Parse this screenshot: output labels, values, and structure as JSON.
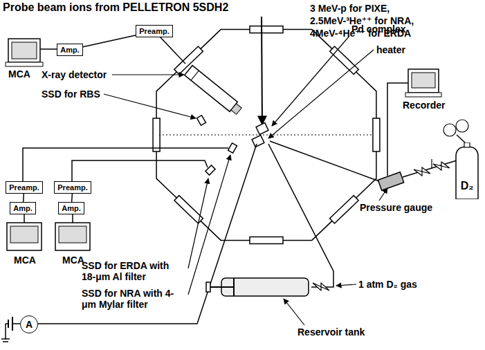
{
  "diagram": {
    "title": "Probe beam ions from PELLETRON 5SDH2",
    "nodes": [
      {
        "text": [
          "Amp."
        ]
      },
      {
        "text": [
          "Preamp."
        ]
      },
      {
        "text": [
          "Preamp."
        ]
      },
      {
        "text": [
          "Preamp."
        ]
      },
      {
        "text": [
          "Amp."
        ]
      },
      {
        "text": [
          "Amp."
        ]
      },
      {
        "text": [
          "A"
        ]
      },
      {
        "text": [
          "D₂"
        ]
      }
    ],
    "edges": [
      {
        "from": 0,
        "to": 1,
        "arrow": "none"
      },
      {
        "from": 2,
        "to": 4,
        "arrow": "none"
      },
      {
        "from": 3,
        "to": 5,
        "arrow": "none"
      }
    ],
    "labels": [
      "3 MeV-p for PIXE,",
      "2.5MeV-³He⁺⁺ for NRA,",
      "4MeV-⁴He⁺⁺ for ERDA",
      "MCA",
      "X-ray detector",
      "SSD for RBS",
      "Pd complex",
      "heater",
      "Recorder",
      "Pressure gauge",
      "MCA",
      "MCA",
      "SSD for ERDA with 18-μm Al filter",
      "SSD for NRA with 4-μm Mylar filter",
      "1 atm D₂ gas",
      "Reservoir tank"
    ]
  }
}
